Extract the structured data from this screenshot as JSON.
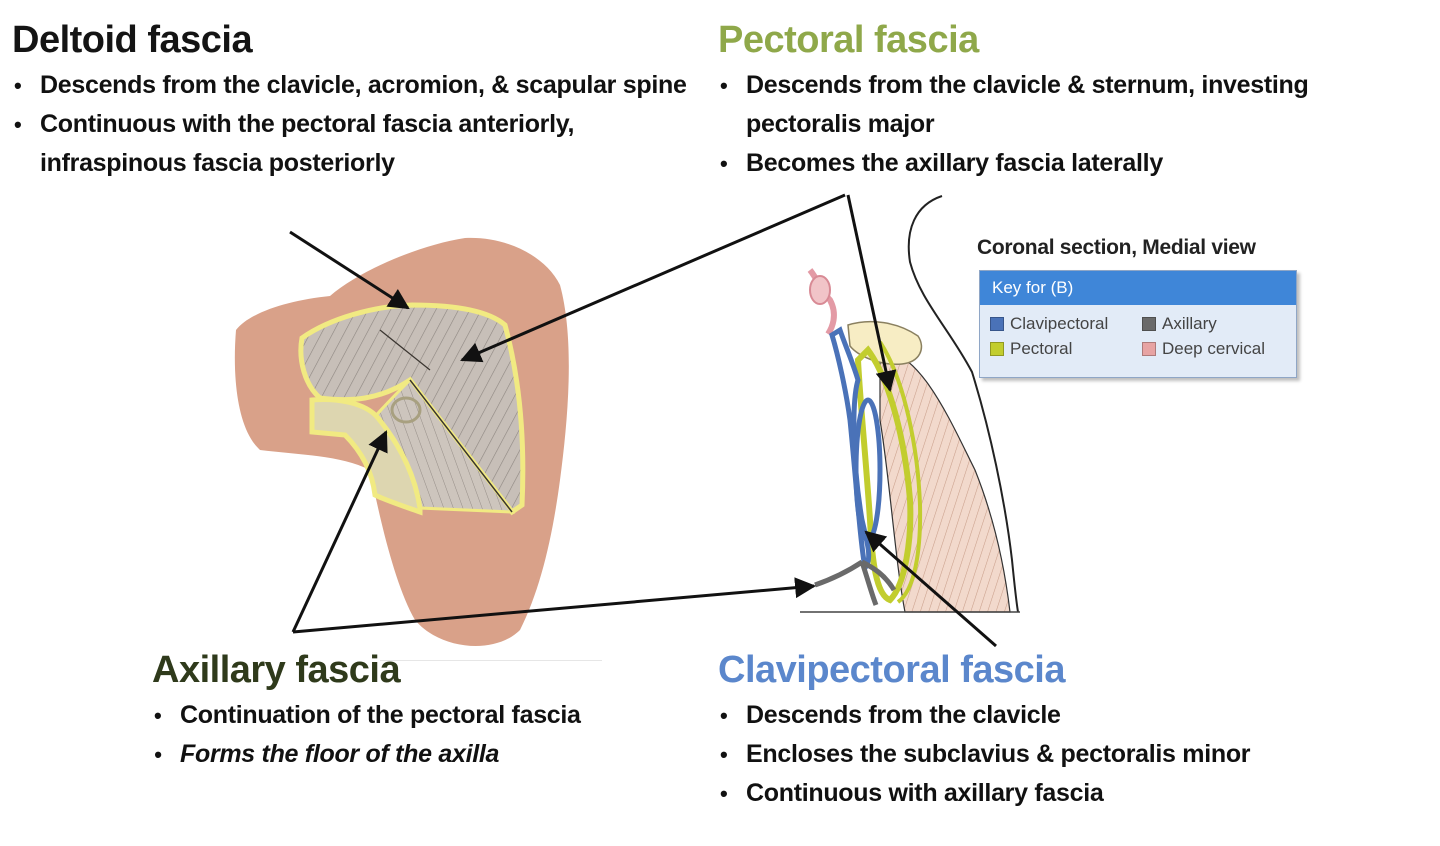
{
  "sections": {
    "deltoid": {
      "title": "Deltoid fascia",
      "color": "#141414",
      "bullets": [
        "Descends from the clavicle, acromion, & scapular spine",
        "Continuous with the pectoral fascia anteriorly, infraspinous fascia posteriorly"
      ]
    },
    "pectoral": {
      "title": "Pectoral fascia",
      "color": "#8fa84a",
      "bullets": [
        "Descends from the clavicle & sternum, investing pectoralis major",
        "Becomes the axillary fascia laterally"
      ]
    },
    "axillary": {
      "title": "Axillary fascia",
      "color": "#2f3a1b",
      "bullets": [
        "Continuation of the pectoral fascia",
        "Forms the floor of the axilla"
      ]
    },
    "clavipectoral": {
      "title": "Clavipectoral fascia",
      "color": "#5b87cc",
      "bullets": [
        "Descends from the clavicle",
        "Encloses the subclavius & pectoralis minor",
        "Continuous with axillary fascia"
      ]
    }
  },
  "figure_b": {
    "caption": "Coronal section, Medial view",
    "key": {
      "header": "Key for (B)",
      "items": [
        {
          "label": "Clavipectoral",
          "color": "#4a72b8"
        },
        {
          "label": "Axillary",
          "color": "#6a6a6a"
        },
        {
          "label": "Pectoral",
          "color": "#c2cd2e"
        },
        {
          "label": "Deep cervical",
          "color": "#e7a3a3"
        }
      ]
    }
  }
}
